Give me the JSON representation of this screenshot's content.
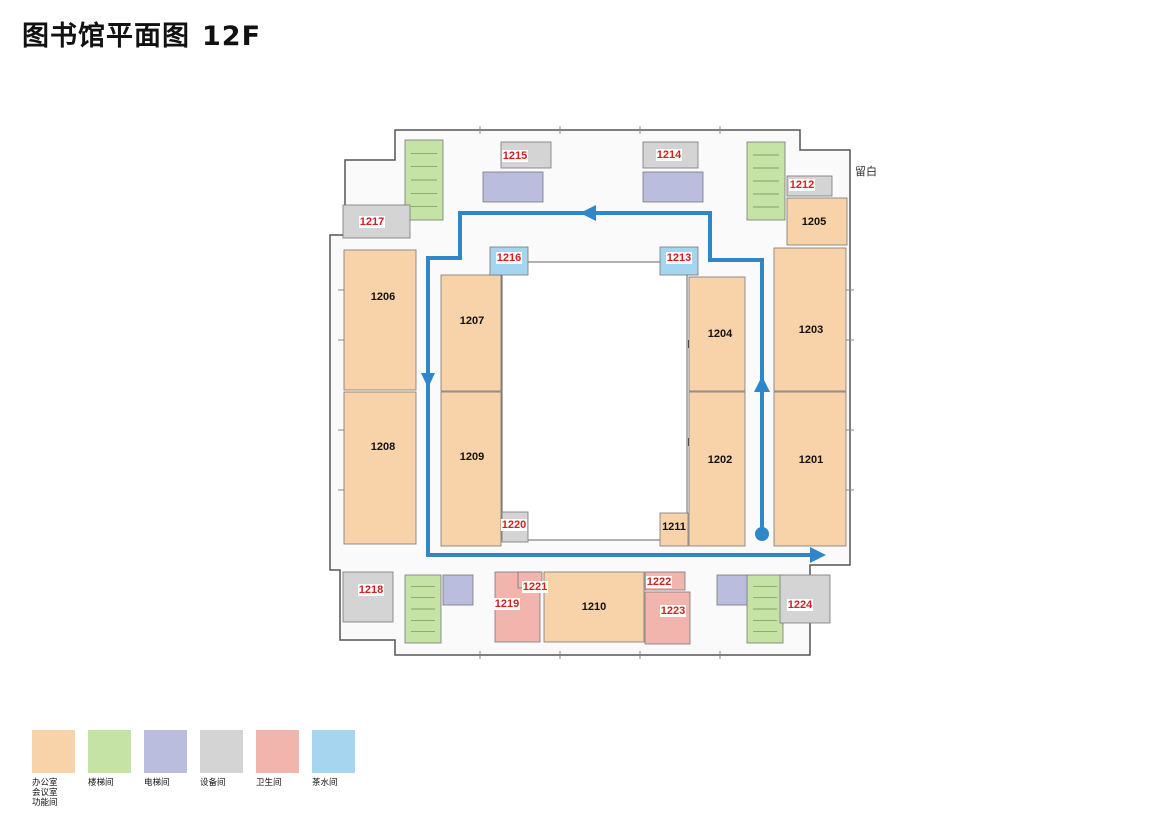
{
  "header": {
    "title": "图书馆平面图",
    "floor": "12F"
  },
  "note": "留白",
  "colors": {
    "office": "#f8d2a8",
    "stair": "#c5e3a5",
    "elevator": "#babdde",
    "equipment": "#d4d4d4",
    "restroom": "#f2b5ad",
    "tea": "#a6d6ef",
    "route": "#2f86c9",
    "room_label": "#d32020"
  },
  "legend": [
    {
      "key": "office",
      "label": "办公室\n会议室\n功能间"
    },
    {
      "key": "stair",
      "label": "楼梯间"
    },
    {
      "key": "elevator",
      "label": "电梯间"
    },
    {
      "key": "equipment",
      "label": "设备间"
    },
    {
      "key": "restroom",
      "label": "卫生间"
    },
    {
      "key": "tea",
      "label": "茶水间"
    }
  ],
  "rooms": [
    {
      "id": "1201",
      "type": "office"
    },
    {
      "id": "1202",
      "type": "office"
    },
    {
      "id": "1203",
      "type": "office"
    },
    {
      "id": "1204",
      "type": "office"
    },
    {
      "id": "1205",
      "type": "office"
    },
    {
      "id": "1206",
      "type": "office"
    },
    {
      "id": "1207",
      "type": "office"
    },
    {
      "id": "1208",
      "type": "office"
    },
    {
      "id": "1209",
      "type": "office"
    },
    {
      "id": "1210",
      "type": "office"
    },
    {
      "id": "1211",
      "type": "office"
    },
    {
      "id": "1212",
      "type": "equipment"
    },
    {
      "id": "1213",
      "type": "tea"
    },
    {
      "id": "1214",
      "type": "equipment"
    },
    {
      "id": "1215",
      "type": "equipment"
    },
    {
      "id": "1216",
      "type": "tea"
    },
    {
      "id": "1217",
      "type": "equipment"
    },
    {
      "id": "1218",
      "type": "equipment"
    },
    {
      "id": "1219",
      "type": "restroom"
    },
    {
      "id": "1220",
      "type": "equipment"
    },
    {
      "id": "1221",
      "type": "restroom"
    },
    {
      "id": "1222",
      "type": "restroom"
    },
    {
      "id": "1223",
      "type": "restroom"
    },
    {
      "id": "1224",
      "type": "equipment"
    }
  ]
}
